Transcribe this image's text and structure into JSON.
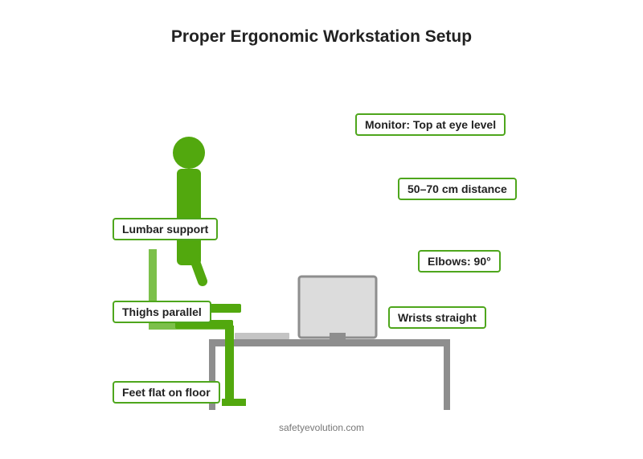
{
  "title": "Proper Ergonomic Workstation Setup",
  "labels": {
    "monitor": "Monitor: Top at eye level",
    "distance": "50–70 cm distance",
    "elbows": "Elbows: 90°",
    "wrists": "Wrists straight",
    "lumbar": "Lumbar support",
    "thighs": "Thighs parallel",
    "feet": "Feet flat on floor"
  },
  "footer": "safetyevolution.com",
  "colors": {
    "figure": "#52a80e",
    "chair": "#7cc04a",
    "desk": "#8e8e8e",
    "monitor_fill": "#dcdcdc",
    "monitor_frame": "#8e8e8e",
    "keyboard": "#c4c4c4",
    "callout_border": "#4ea61c"
  }
}
